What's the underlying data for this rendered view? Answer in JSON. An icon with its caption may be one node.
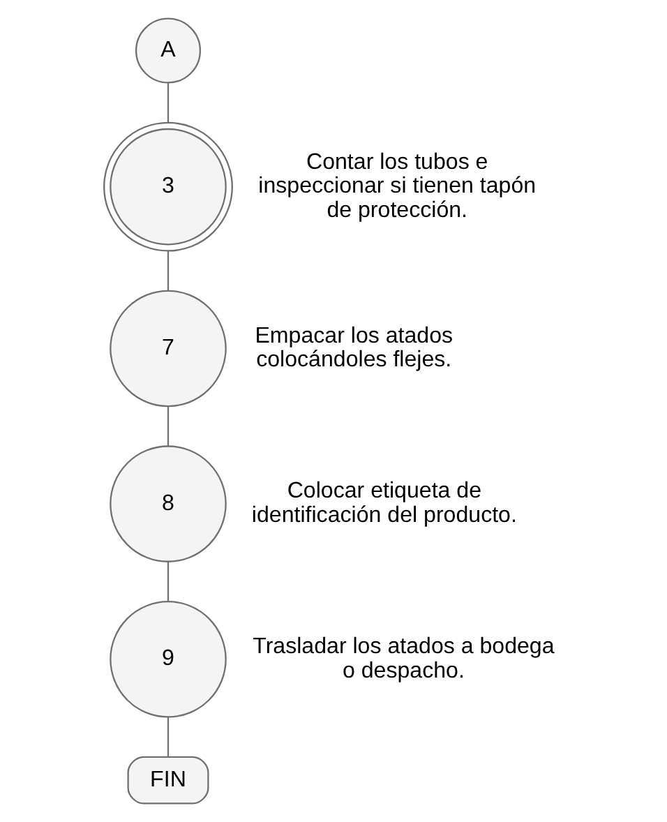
{
  "diagram": {
    "nodes": [
      {
        "text": [
          "A"
        ]
      },
      {
        "text": [
          "3"
        ],
        "beside": [
          "Contar los tubos e inspeccionar si tienen tapón de protección."
        ]
      },
      {
        "text": [
          "7"
        ],
        "beside": [
          "Empacar los atados colocándoles flejes."
        ]
      },
      {
        "text": [
          "8"
        ],
        "beside": [
          "Colocar etiqueta de identificación del producto."
        ]
      },
      {
        "text": [
          "9"
        ],
        "beside": [
          "Trasladar los atados a bodega o despacho."
        ]
      },
      {
        "text": [
          "FIN"
        ]
      }
    ],
    "edges": [
      {
        "from": 0,
        "to": 1,
        "arrow": "none"
      },
      {
        "from": 1,
        "to": 2,
        "arrow": "none"
      },
      {
        "from": 2,
        "to": 3,
        "arrow": "none"
      },
      {
        "from": 3,
        "to": 4,
        "arrow": "none"
      },
      {
        "from": 4,
        "to": 5,
        "arrow": "none"
      }
    ]
  }
}
